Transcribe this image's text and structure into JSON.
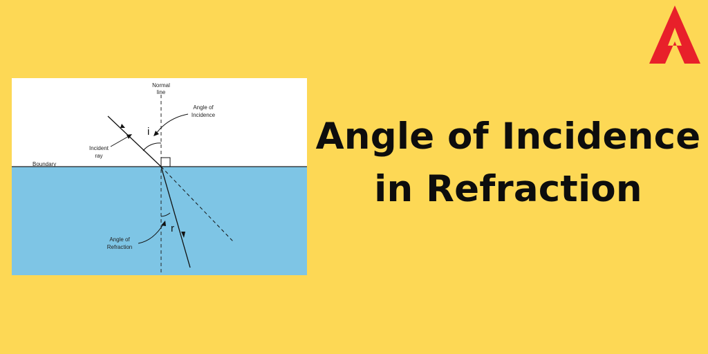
{
  "diagram": {
    "normal_label": [
      "Normal",
      "line"
    ],
    "angle_incidence_label": [
      "Angle of",
      "Incidence"
    ],
    "incident_ray_label": [
      "Incident",
      "ray"
    ],
    "boundary_label": "Boundary",
    "angle_refraction_label": [
      "Angle of",
      "Refraction"
    ],
    "symbol_i": "i",
    "symbol_r": "r",
    "colors": {
      "upper_medium": "#ffffff",
      "lower_medium": "#7ec5e5",
      "lines": "#111111"
    }
  },
  "headline": {
    "line1": "Angle of Incidence",
    "line2": "in Refraction"
  },
  "logo": {
    "icon": "brand-logo-icon",
    "color": "#e8202a"
  }
}
